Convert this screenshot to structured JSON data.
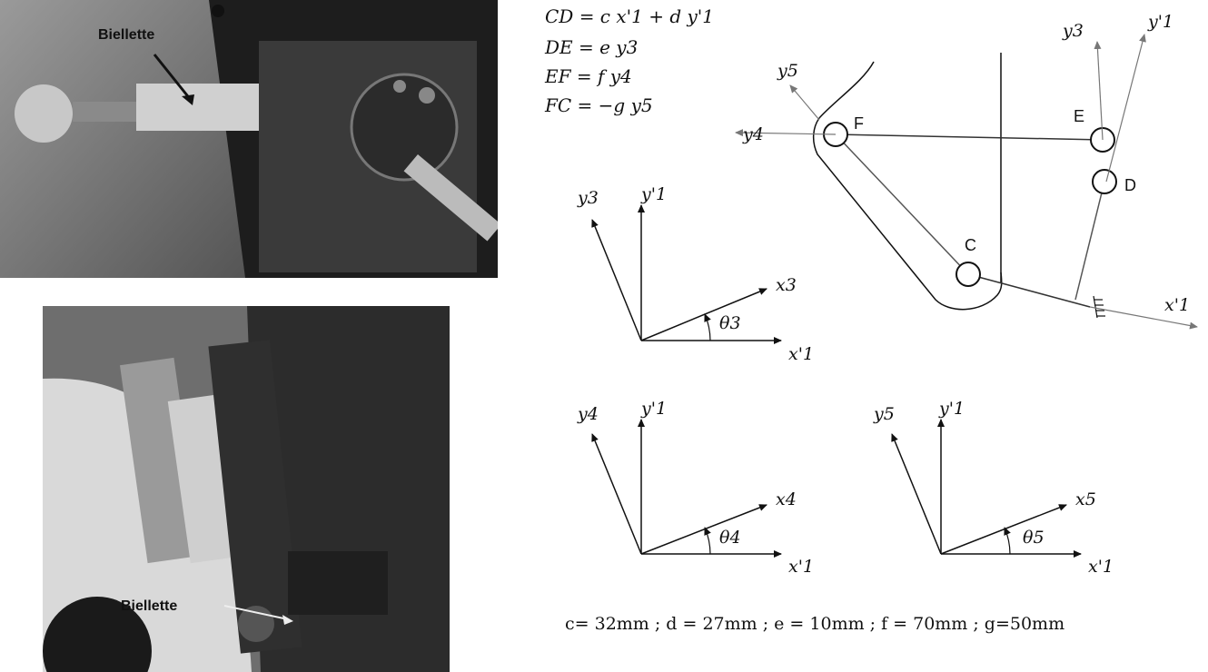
{
  "photos": {
    "top_label": "Biellette",
    "bottom_label": "Biellette"
  },
  "equations": {
    "cd": "CD = c x'1 + d y'1",
    "de": "DE = e y3",
    "ef": "EF = f y4",
    "fc": "FC = −g y5"
  },
  "points": {
    "f": "F",
    "e": "E",
    "d": "D",
    "c": "C"
  },
  "mechanism_axes": {
    "y5": "y5",
    "y4": "y4",
    "y3": "y3",
    "y1": "y'1",
    "x1": "x'1"
  },
  "frames": [
    {
      "y_rot": "y3",
      "y_ref": "y'1",
      "x_rot": "x3",
      "x_ref": "x'1",
      "angle": "θ3"
    },
    {
      "y_rot": "y4",
      "y_ref": "y'1",
      "x_rot": "x4",
      "x_ref": "x'1",
      "angle": "θ4"
    },
    {
      "y_rot": "y5",
      "y_ref": "y'1",
      "x_rot": "x5",
      "x_ref": "x'1",
      "angle": "θ5"
    }
  ],
  "footer": "c= 32mm ; d = 27mm ; e = 10mm ; f = 70mm ; g=50mm"
}
